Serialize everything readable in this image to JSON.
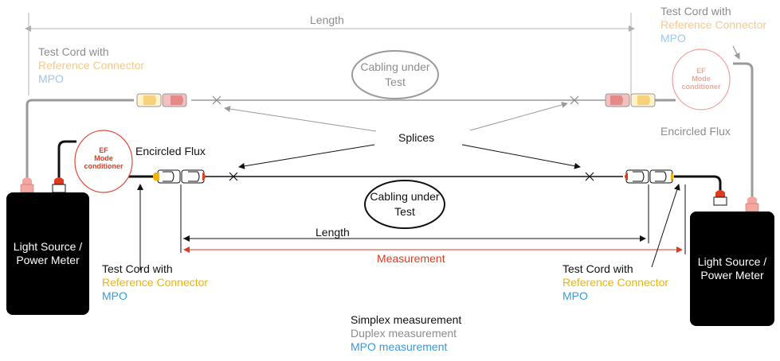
{
  "top": {
    "length_label": "Length",
    "cabling_label": "Cabling under\nTest",
    "left_cord": [
      "Test Cord with",
      "Reference Connector",
      "MPO"
    ],
    "right_cord": [
      "Test Cord with",
      "Reference Connector",
      "MPO"
    ],
    "ef_label": "EF\nMode\nconditioner",
    "encircled_flux": "Encircled Flux"
  },
  "middle": {
    "splices_label": "Splices"
  },
  "bottom": {
    "ef_label": "EF\nMode\nconditioner",
    "encircled_flux": "Encircled Flux",
    "cabling_label": "Cabling under\nTest",
    "length_label": "Length",
    "measurement_label": "Measurement",
    "left_cord": [
      "Test Cord with",
      "Reference Connector",
      "MPO"
    ],
    "right_cord": [
      "Test Cord with",
      "Reference Connector",
      "MPO"
    ]
  },
  "devices": {
    "left": "Light Source /\nPower Meter",
    "right": "Light Source /\nPower Meter"
  },
  "legend": [
    "Simplex measurement",
    "Duplex measurement",
    "MPO measurement"
  ],
  "colors": {
    "measurement": "#e03a1e",
    "reference_connector": "#f0b400",
    "mpo": "#3a9ad9",
    "duplex": "#8c8c8c"
  }
}
